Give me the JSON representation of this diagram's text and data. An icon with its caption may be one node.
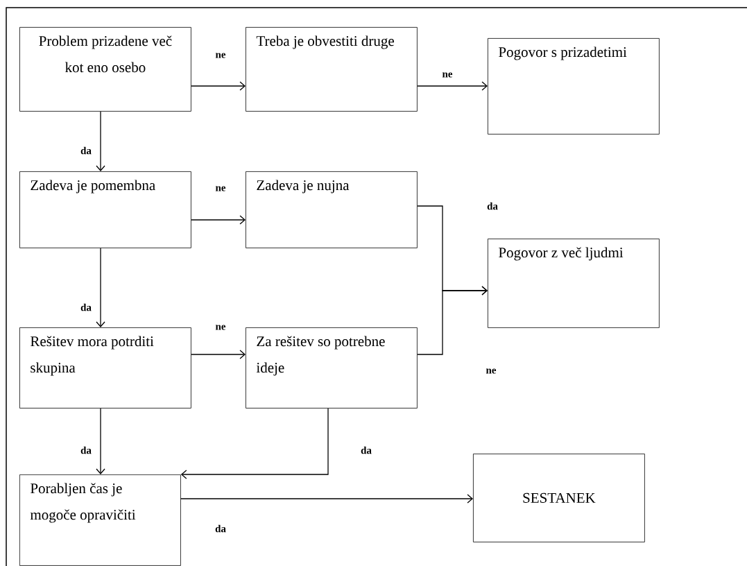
{
  "diagram": {
    "nodes": [
      {
        "text": [
          "Problem prizadene več kot eno osebo"
        ]
      },
      {
        "text": [
          "Treba je obvestiti druge"
        ]
      },
      {
        "text": [
          "Pogovor s prizadetimi"
        ]
      },
      {
        "text": [
          "Zadeva je pomembna"
        ]
      },
      {
        "text": [
          "Zadeva je nujna"
        ]
      },
      {
        "text": [
          "Pogovor z več ljudmi"
        ]
      },
      {
        "text": [
          "Rešitev mora potrditi skupina"
        ]
      },
      {
        "text": [
          "Za rešitev so potrebne ideje"
        ]
      },
      {
        "text": [
          "Porabljen čas je mogoče opravičiti"
        ]
      },
      {
        "text": [
          "SESTANEK"
        ]
      }
    ],
    "edges": [
      {
        "from": 0,
        "to": 1,
        "arrow": "to",
        "label": "ne"
      },
      {
        "from": 1,
        "to": 2,
        "arrow": "to",
        "label": "ne"
      },
      {
        "from": 0,
        "to": 3,
        "arrow": "to",
        "label": "da"
      },
      {
        "from": 3,
        "to": 4,
        "arrow": "to",
        "label": "ne"
      },
      {
        "from": 4,
        "to": 5,
        "arrow": "to",
        "label": "da"
      },
      {
        "from": 3,
        "to": 6,
        "arrow": "to",
        "label": "da"
      },
      {
        "from": 6,
        "to": 7,
        "arrow": "to",
        "label": "ne"
      },
      {
        "from": 7,
        "to": 5,
        "arrow": "to",
        "label": "ne"
      },
      {
        "from": 6,
        "to": 8,
        "arrow": "to",
        "label": "da"
      },
      {
        "from": 7,
        "to": 8,
        "arrow": "to",
        "label": "da"
      },
      {
        "from": 8,
        "to": 9,
        "arrow": "to",
        "label": "da"
      }
    ]
  }
}
